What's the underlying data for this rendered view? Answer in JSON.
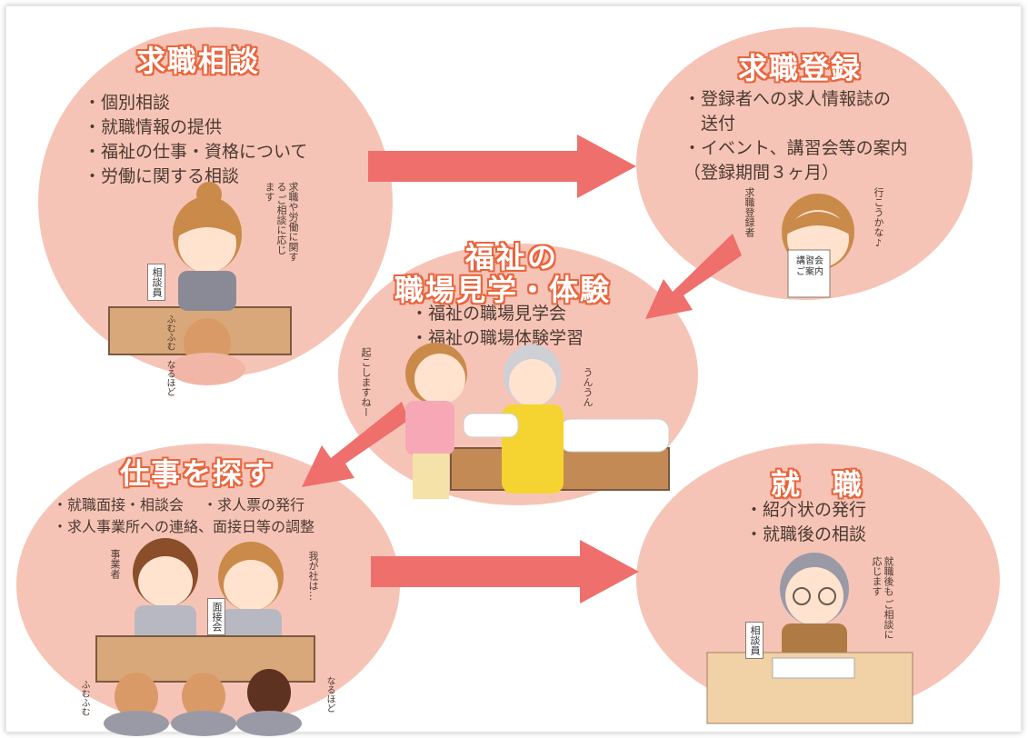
{
  "colors": {
    "bubble": "#f6c4b6",
    "arrow": "#ee6f6b",
    "title_outline": "#e8653d"
  },
  "consult": {
    "title": "求職相談",
    "items": [
      "・個別相談",
      "・就職情報の提供",
      "・福祉の仕事・資格について",
      "・労働に関する相談"
    ],
    "speech": "求職や労働に関する ご相談に応じます",
    "sign": "相談員",
    "reaction": "ふむふむ　なるほど"
  },
  "register": {
    "title": "求職登録",
    "items": [
      "・登録者への求人情報誌の",
      "　送付",
      "・イベント、講習会等の案内",
      "（登録期間３ヶ月）"
    ],
    "label": "求職登録者",
    "speech": "行こうかな♪",
    "leaflet": "講習会 ご案内"
  },
  "visit": {
    "title_line1": "福祉の",
    "title_line2": "職場見学・体験",
    "items": [
      "・福祉の職場見学会",
      "・福祉の職場体験学習"
    ],
    "speech_left": "起こしますねー",
    "speech_right": "うんうん"
  },
  "search": {
    "title": "仕事を探す",
    "items": [
      "・就職面接・相談会　 ・求人票の発行",
      "・求人事業所への連絡、面接日等の調整"
    ],
    "label_left": "事業者",
    "speech_right": "我が社は…",
    "sign": "面接会",
    "reaction_left": "ふむふむ",
    "reaction_right": "なるほど"
  },
  "employ": {
    "title": "就　職",
    "items": [
      "・紹介状の発行",
      "・就職後の相談"
    ],
    "speech": "就職後も ご相談に応じます",
    "sign": "相談員"
  }
}
